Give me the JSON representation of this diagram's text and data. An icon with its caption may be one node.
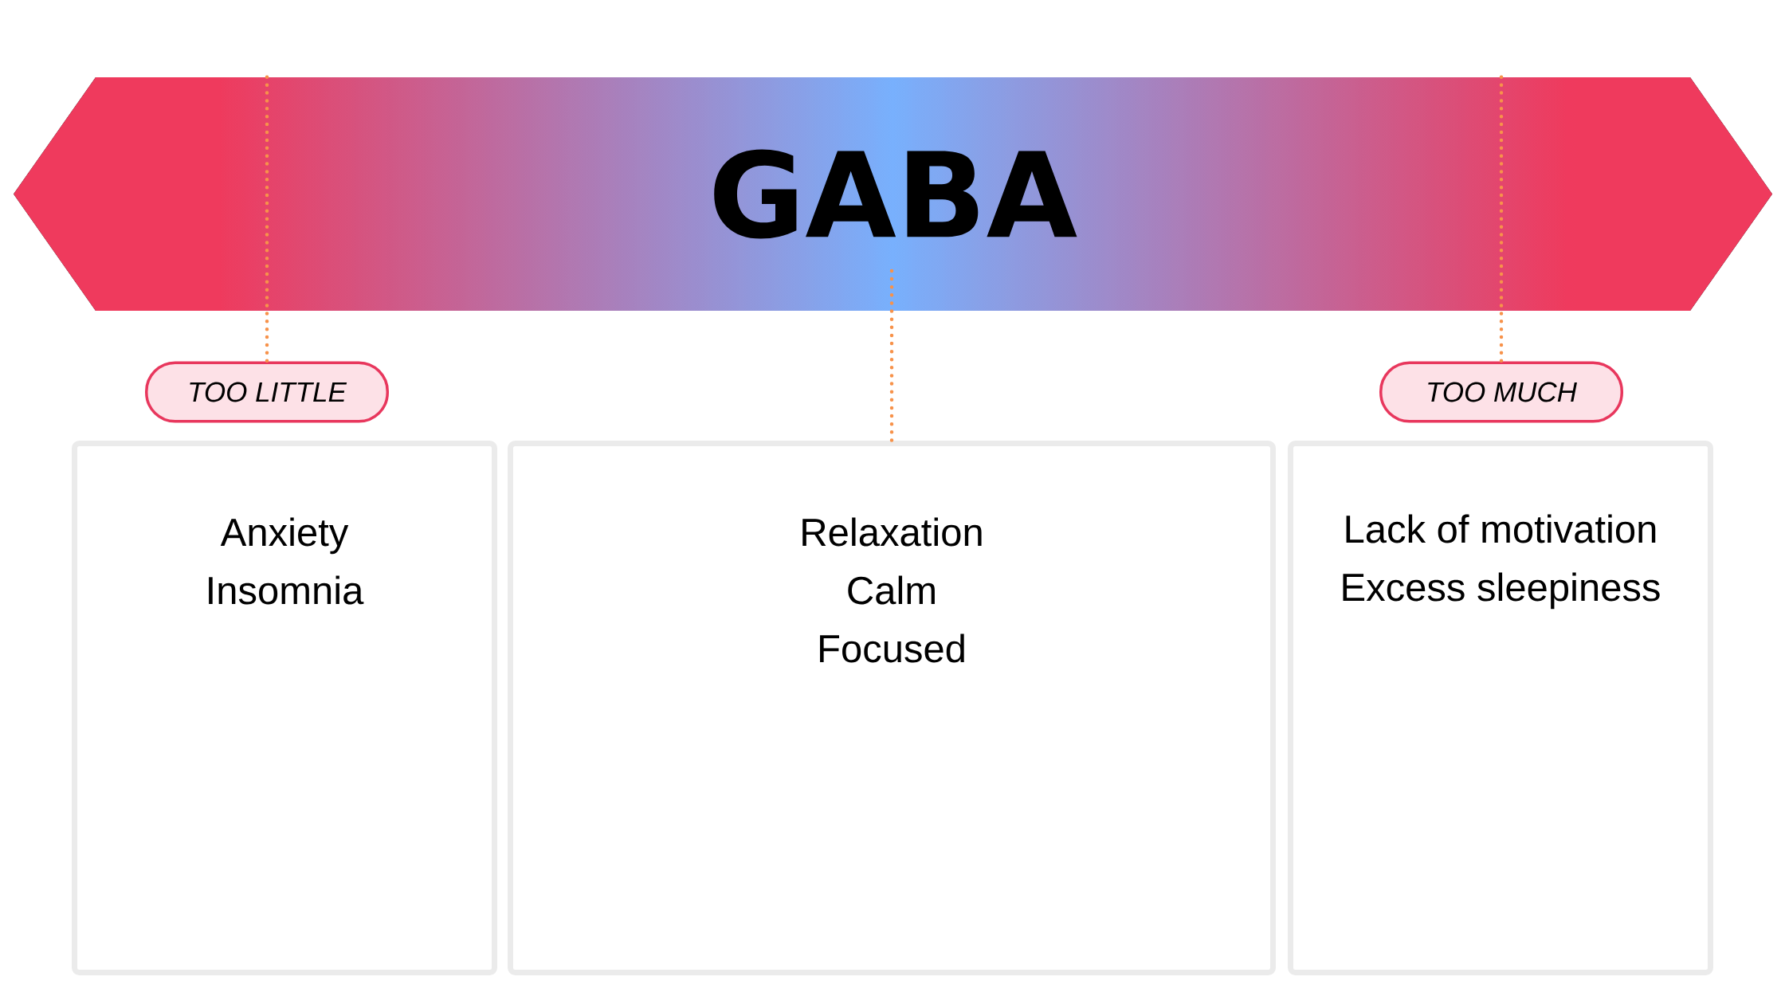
{
  "diagram": {
    "nodes": [
      {
        "text": [
          "GABA"
        ]
      },
      {
        "text": [
          "TOO LITTLE"
        ]
      },
      {
        "text": [
          "TOO MUCH"
        ]
      },
      {
        "text": [
          "Anxiety",
          "Insomnia"
        ]
      },
      {
        "text": [
          "Relaxation",
          "Calm",
          "Focused"
        ]
      },
      {
        "text": [
          "Lack of motivation",
          "Excess sleepiness"
        ]
      }
    ],
    "edges": [
      {
        "from": 0,
        "to": 1,
        "arrow": "none",
        "style": "dashed"
      },
      {
        "from": 0,
        "to": 4,
        "arrow": "none",
        "style": "dashed"
      },
      {
        "from": 0,
        "to": 2,
        "arrow": "none",
        "style": "dashed"
      }
    ]
  }
}
